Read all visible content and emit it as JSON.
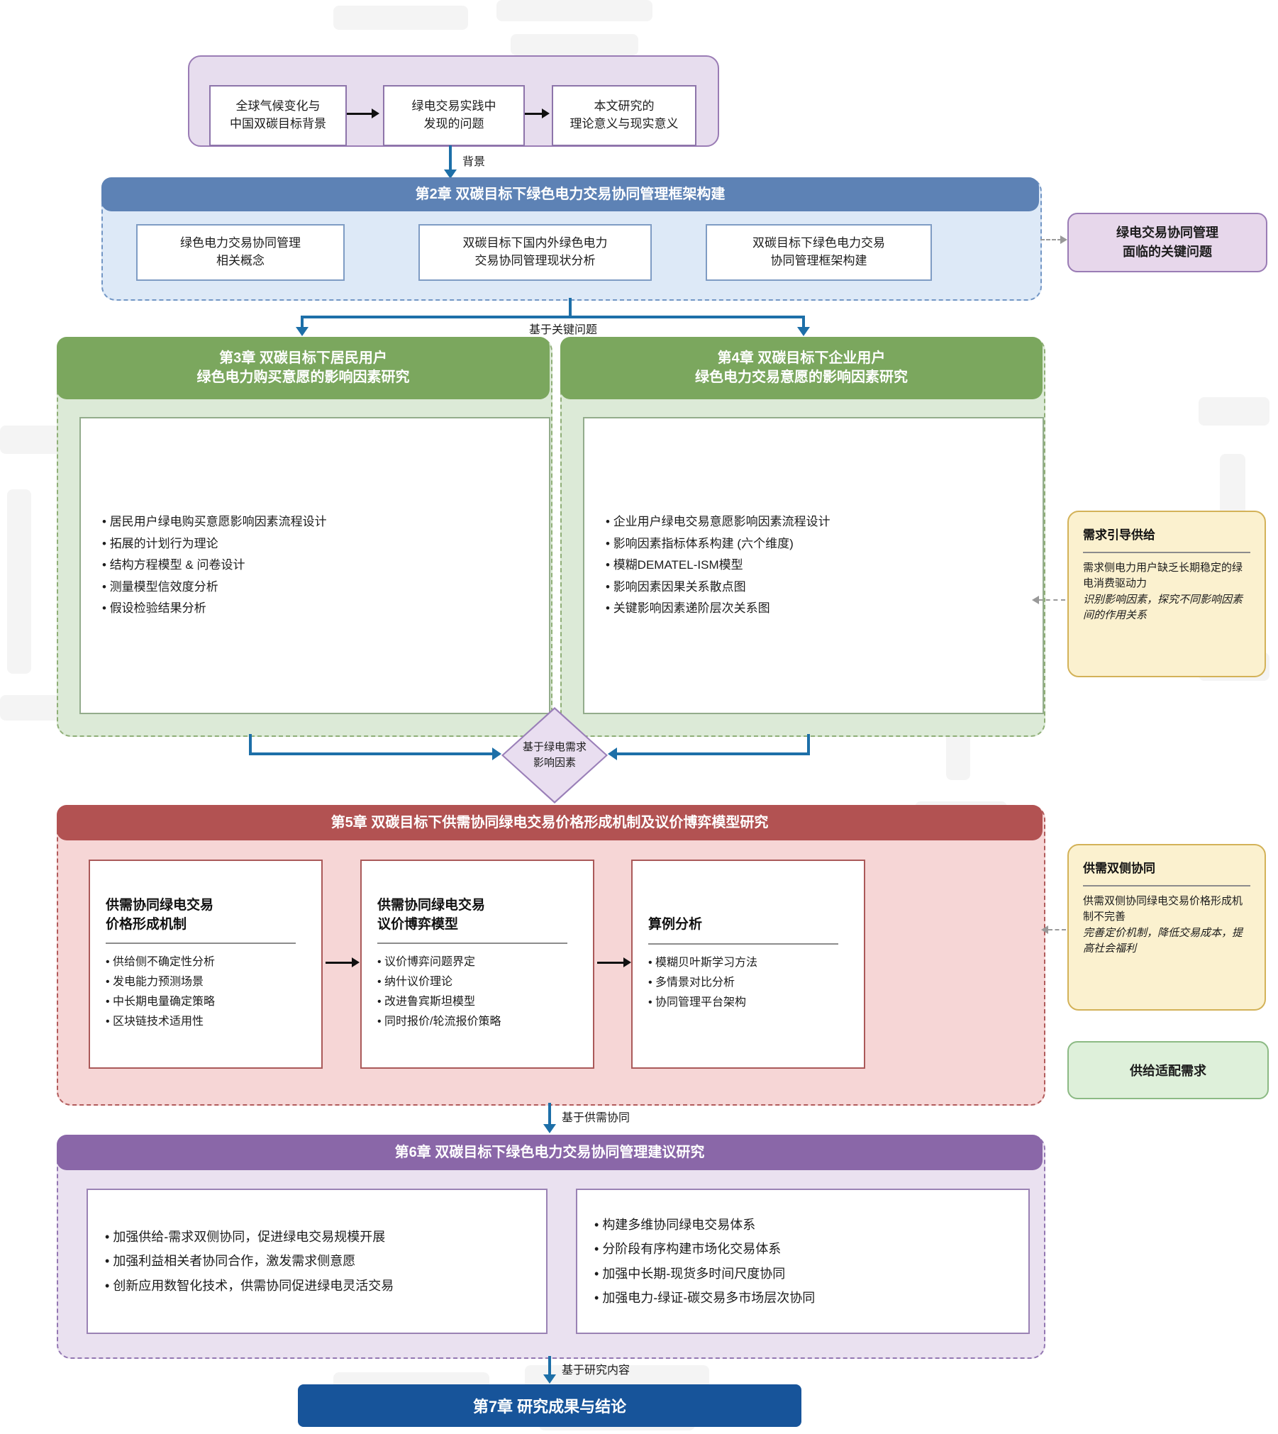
{
  "intro": {
    "boxes": [
      "全球气候变化与\n中国双碳目标背景",
      "绿电交易实践中\n发现的问题",
      "本文研究的\n理论意义与现实意义"
    ]
  },
  "labels": {
    "background": "背景",
    "key_issues": "基于关键问题",
    "demand_factors": "基于绿电需求\n影响因素",
    "supply_demand": "基于供需协同",
    "research_content": "基于研究内容"
  },
  "ch2": {
    "title": "第2章 双碳目标下绿色电力交易协同管理框架构建",
    "boxes": [
      "绿色电力交易协同管理\n相关概念",
      "双碳目标下国内外绿色电力\n交易协同管理现状分析",
      "双碳目标下绿色电力交易\n协同管理框架构建"
    ]
  },
  "callout_key": {
    "text": "绿电交易协同管理\n面临的关键问题"
  },
  "ch3": {
    "title": "第3章 双碳目标下居民用户\n绿色电力购买意愿的影响因素研究",
    "bullets": [
      "居民用户绿电购买意愿影响因素流程设计",
      "拓展的计划行为理论",
      "结构方程模型 & 问卷设计",
      "测量模型信效度分析",
      "假设检验结果分析"
    ]
  },
  "ch4": {
    "title": "第4章 双碳目标下企业用户\n绿色电力交易意愿的影响因素研究",
    "bullets": [
      "企业用户绿电交易意愿影响因素流程设计",
      "影响因素指标体系构建 (六个维度)",
      "模糊DEMATEL-ISM模型",
      "影响因素因果关系散点图",
      "关键影响因素递阶层次关系图"
    ]
  },
  "callout_demand": {
    "title": "需求引导供给",
    "body": "需求侧电力用户缺乏长期稳定的绿电消费驱动力",
    "note": "识别影响因素，探究不同影响因素间的作用关系"
  },
  "ch5": {
    "title": "第5章 双碳目标下供需协同绿电交易价格形成机制及议价博弈模型研究",
    "boxes": [
      {
        "title": "供需协同绿电交易\n价格形成机制",
        "bullets": [
          "供给侧不确定性分析",
          "发电能力预测场景",
          "中长期电量确定策略",
          "区块链技术适用性"
        ]
      },
      {
        "title": "供需协同绿电交易\n议价博弈模型",
        "bullets": [
          "议价博弈问题界定",
          "纳什议价理论",
          "改进鲁宾斯坦模型",
          "同时报价/轮流报价策略"
        ]
      },
      {
        "title": "算例分析",
        "bullets": [
          "模糊贝叶斯学习方法",
          "多情景对比分析",
          "协同管理平台架构"
        ]
      }
    ]
  },
  "callout_supply": {
    "title": "供需双侧协同",
    "body": "供需双侧协同绿电交易价格形成机制不完善",
    "note": "完善定价机制，降低交易成本，提高社会福利"
  },
  "callout_match": {
    "text": "供给适配需求"
  },
  "ch6": {
    "title": "第6章 双碳目标下绿色电力交易协同管理建议研究",
    "left_bullets": [
      "加强供给-需求双侧协同，促进绿电交易规模开展",
      "加强利益相关者协同合作，激发需求侧意愿",
      "创新应用数智化技术，供需协同促进绿电灵活交易"
    ],
    "right_bullets": [
      "构建多维协同绿电交易体系",
      "分阶段有序构建市场化交易体系",
      "加强中长期-现货多时间尺度协同",
      "加强电力-绿证-碳交易多市场层次协同"
    ]
  },
  "ch7": {
    "title": "第7章 研究成果与结论"
  }
}
